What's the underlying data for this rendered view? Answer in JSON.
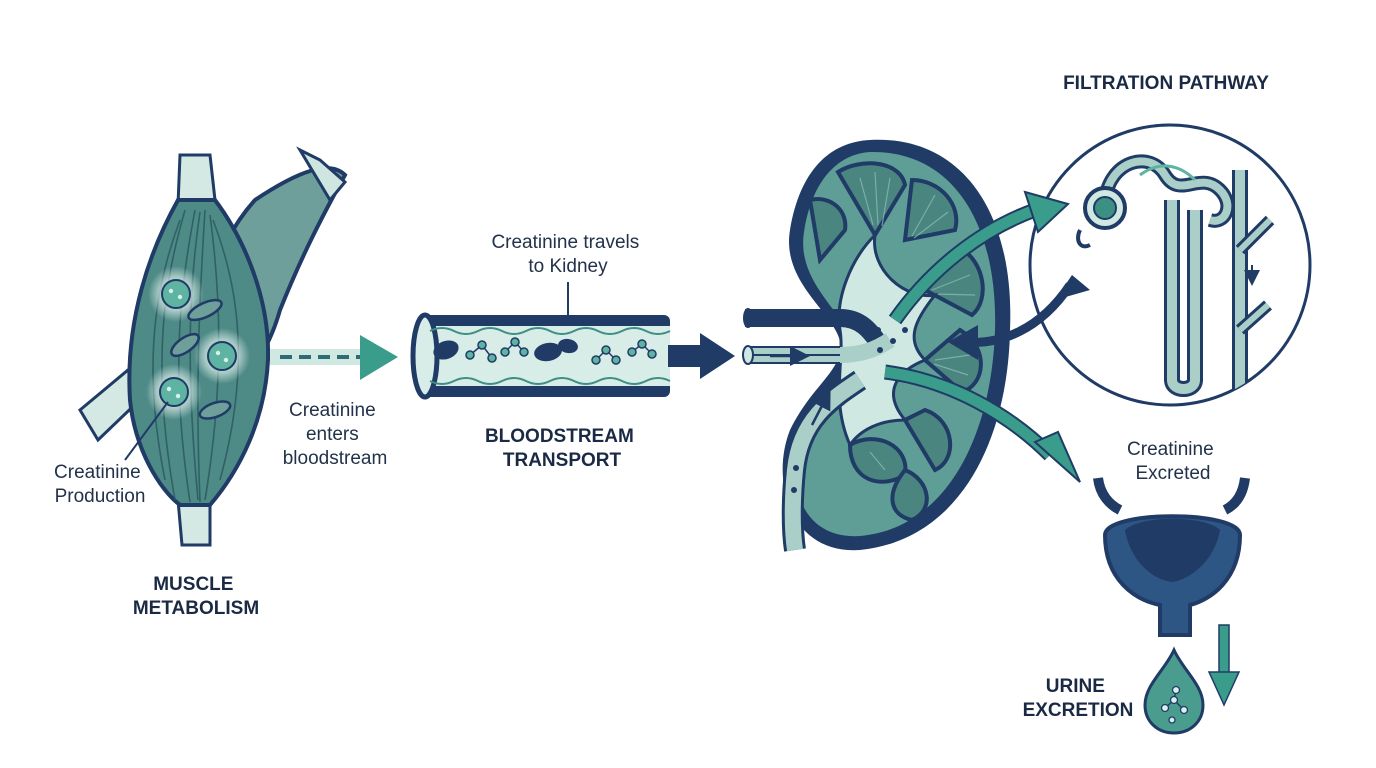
{
  "labels": {
    "creatinine_production": [
      "Creatinine",
      "Production"
    ],
    "muscle_metabolism": [
      "MUSCLE",
      "METABOLISM"
    ],
    "enters_bloodstream": [
      "Creatinine",
      "enters",
      "bloodstream"
    ],
    "travels_to_kidney": [
      "Creatinine travels",
      "to Kidney"
    ],
    "bloodstream_transport": [
      "BLOODSTREAM",
      "TRANSPORT"
    ],
    "filtration_pathway": "FILTRATION PATHWAY",
    "creatinine_excreted": [
      "Creatinine",
      "Excreted"
    ],
    "urine_excretion": [
      "URINE",
      "EXCRETION"
    ]
  },
  "colors": {
    "navy": "#1f3b66",
    "teal": "#3d8f83",
    "teal_light": "#a9cfc8",
    "mint_bg": "#d8ece8",
    "muscle_fill": "#4e8a86",
    "arrow_teal": "#3a9c8a"
  },
  "icons": {
    "muscle": "muscle-tissue-icon",
    "vessel": "blood-vessel-icon",
    "kidney": "kidney-icon",
    "nephron": "nephron-icon",
    "bladder": "bladder-icon",
    "droplet": "urine-droplet-icon"
  }
}
